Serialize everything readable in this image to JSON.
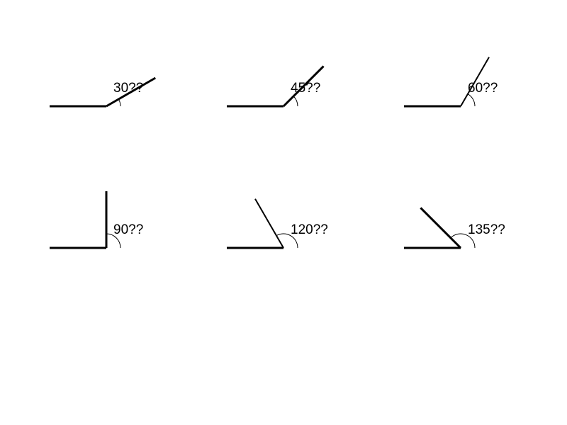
{
  "angles": [
    {
      "degrees": 30,
      "label": "30??"
    },
    {
      "degrees": 45,
      "label": "45??"
    },
    {
      "degrees": 60,
      "label": "60??"
    },
    {
      "degrees": 90,
      "label": "90??"
    },
    {
      "degrees": 120,
      "label": "120??"
    },
    {
      "degrees": 135,
      "label": "135??"
    }
  ],
  "colors": {
    "background": "#ffffff",
    "stroke": "#000000"
  }
}
